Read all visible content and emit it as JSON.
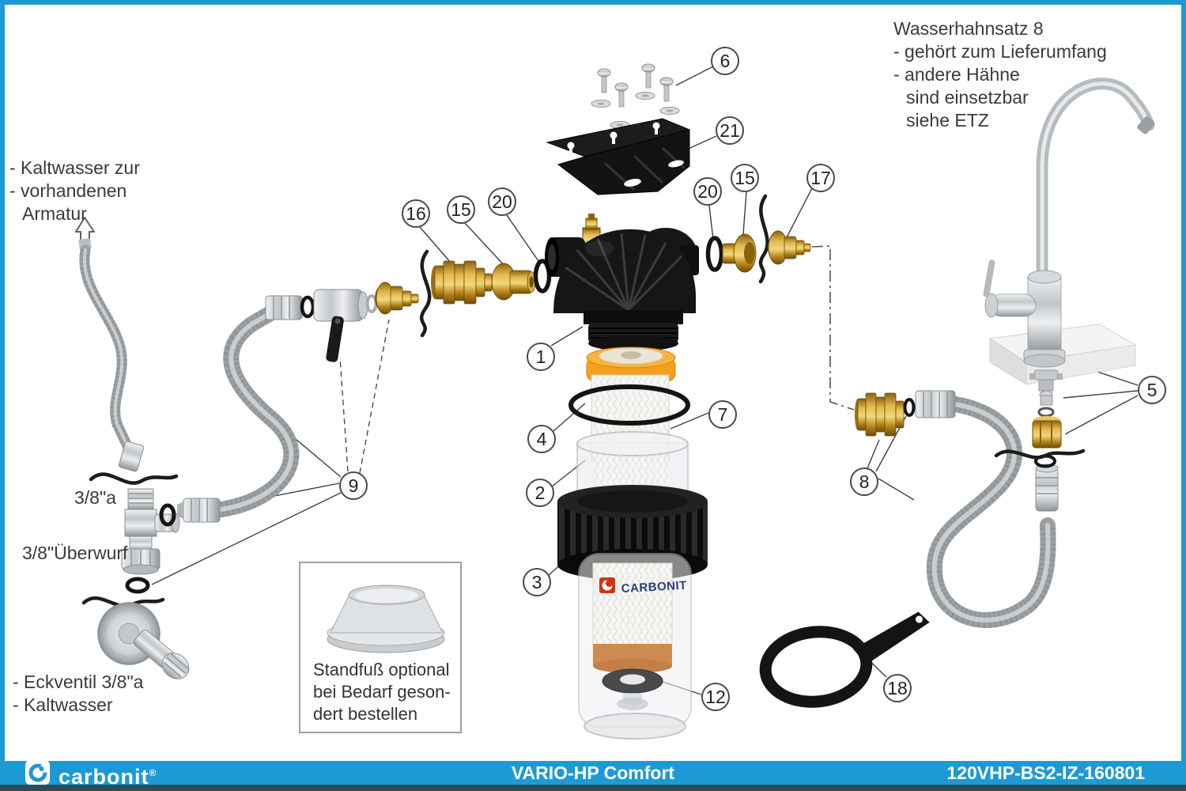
{
  "colors": {
    "accent": "#1d9ad3",
    "footer_edge": "#2e4d5b"
  },
  "notes": {
    "tap_set": {
      "l1": "Wasserhahnsatz 8",
      "l2": "- gehört zum Lieferumfang",
      "l3": "- andere Hähne",
      "l4": "sind einsetzbar",
      "l5": "siehe ETZ"
    },
    "cold_in": {
      "l1": "- Kaltwasser zur",
      "l2": "- vorhandenen",
      "l3": "Armatur"
    },
    "thread_a": "3/8\"a",
    "union_nut": "3/8\"Überwurf",
    "eckventil": {
      "l1": "- Eckventil 3/8\"a",
      "l2": "- Kaltwasser"
    },
    "stand": {
      "l1": "Standfuß optional",
      "l2": "bei Bedarf geson-",
      "l3": "dert bestellen"
    }
  },
  "callouts": {
    "c1": "1",
    "c2": "2",
    "c3": "3",
    "c4": "4",
    "c5": "5",
    "c6": "6",
    "c7": "7",
    "c8": "8",
    "c9": "9",
    "c12": "12",
    "c15a": "15",
    "c15b": "15",
    "c16": "16",
    "c17": "17",
    "c18": "18",
    "c20a": "20",
    "c20b": "20",
    "c21": "21"
  },
  "cartridge_label": "CARBONIT",
  "footer": {
    "brand": "carbonit",
    "reg": "®",
    "product": "VARIO-HP Comfort",
    "code": "120VHP-BS2-IZ-160801"
  }
}
